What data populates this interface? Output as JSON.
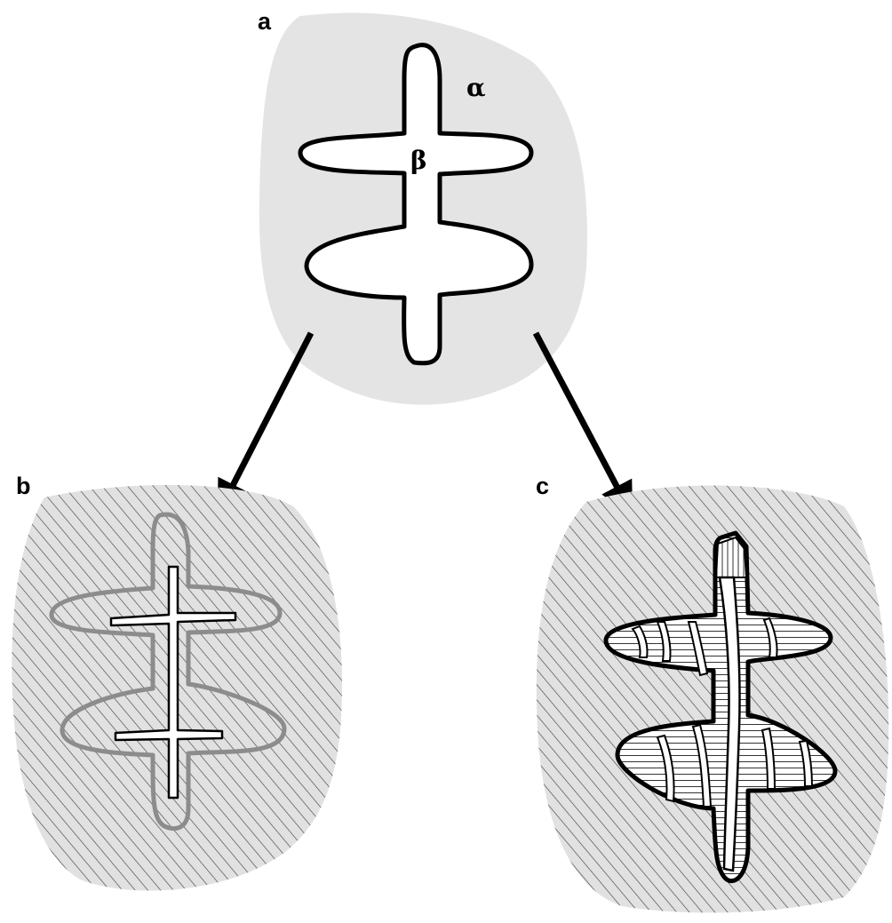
{
  "panels": {
    "a": {
      "label": "a",
      "phase_outer": "α",
      "phase_inner": "β"
    },
    "b": {
      "label": "b"
    },
    "c": {
      "label": "c"
    }
  },
  "colors": {
    "background": "#ffffff",
    "matrix_fill": "#e4e4e4",
    "hatch": "#3a3a3a",
    "outline": "#000000",
    "faint_outline": "#8c8c8c",
    "grain_fill": "#ffffff"
  }
}
